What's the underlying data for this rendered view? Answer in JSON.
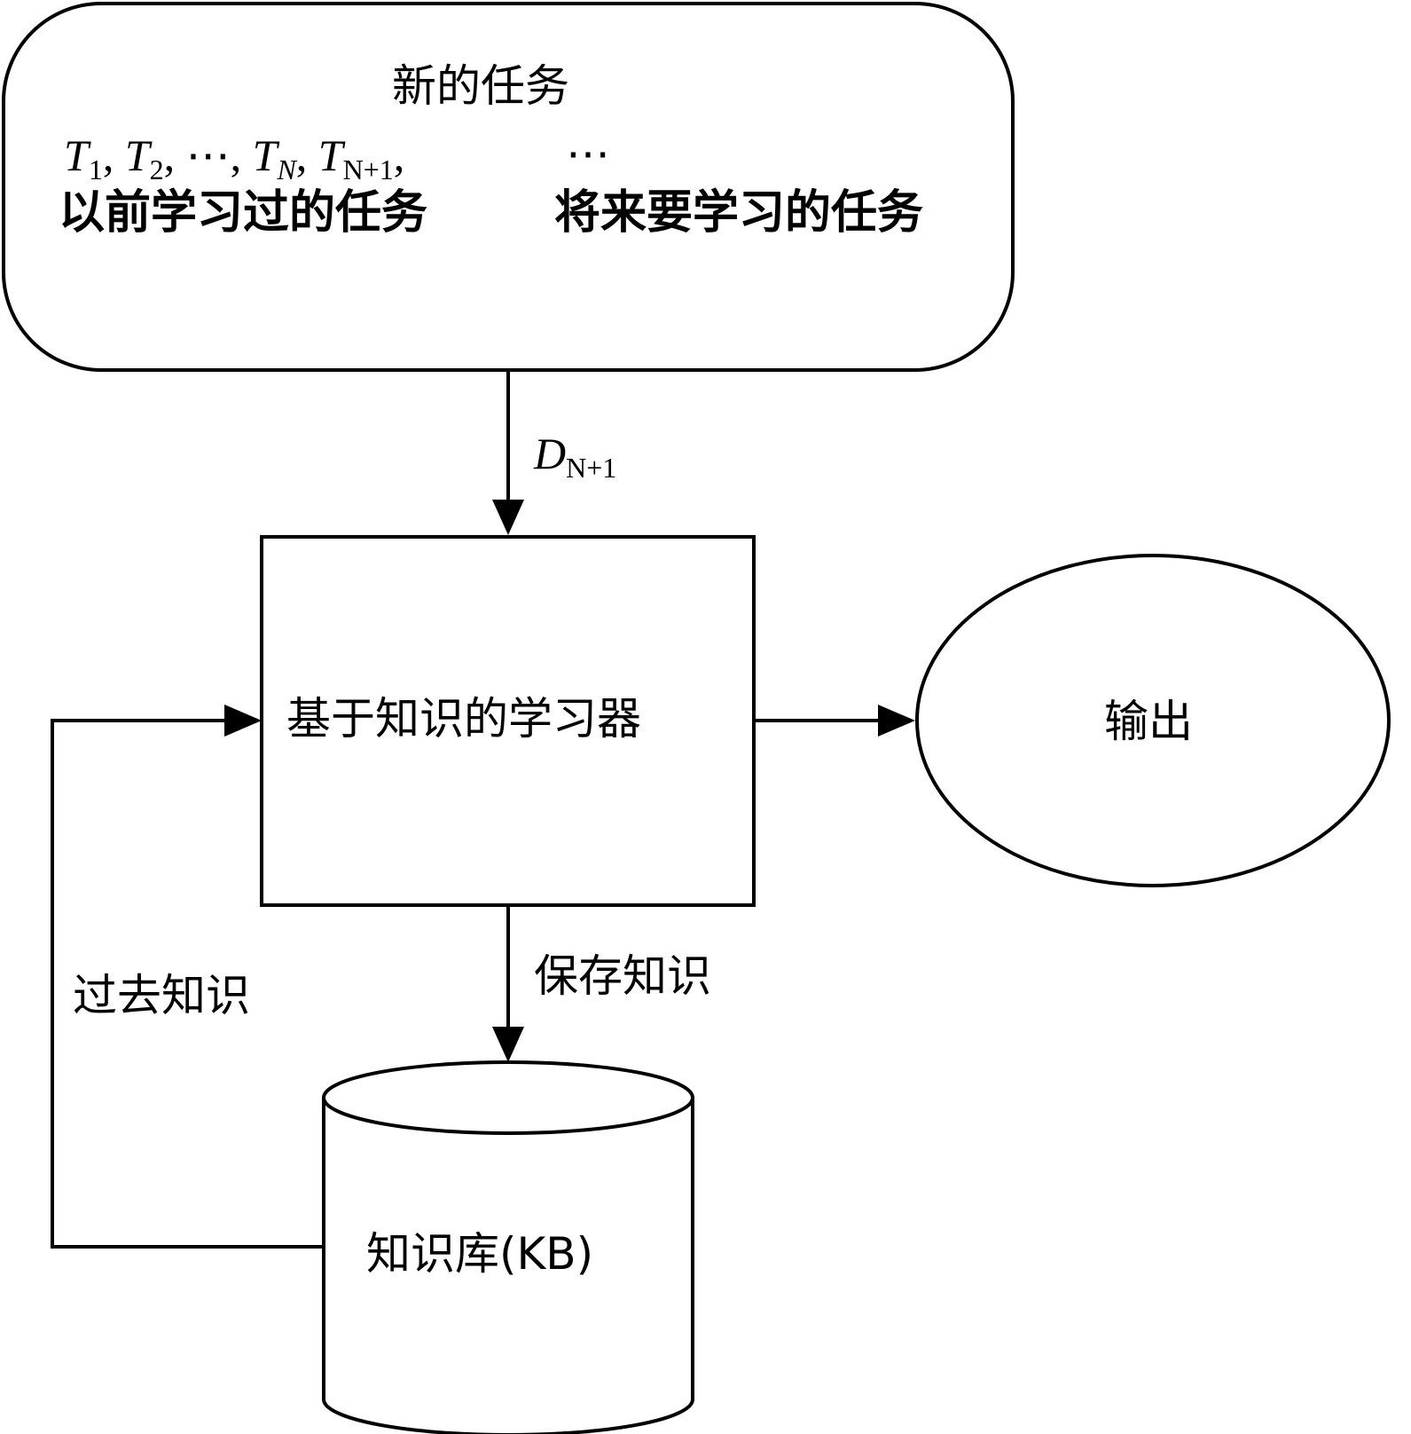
{
  "colors": {
    "stroke": "#000000",
    "background": "#ffffff"
  },
  "tasks_box": {
    "title": "新的任务",
    "sequence": {
      "t1_letter": "T",
      "t1_sub": "1",
      "t2_letter": "T",
      "t2_sub": "2",
      "ellipsis": "⋯",
      "tn_letter": "T",
      "tn_sub": "N",
      "tn1_letter": "T",
      "tn1_sub": "N+1",
      "future_ellipsis": "⋯"
    },
    "past_label": "以前学习过的任务",
    "future_label": "将来要学习的任务"
  },
  "data_edge": {
    "letter": "D",
    "sub": "N+1"
  },
  "learner": {
    "label": "基于知识的学习器"
  },
  "output": {
    "label": "输出"
  },
  "save_edge": {
    "label": "保存知识"
  },
  "past_edge": {
    "label": "过去知识"
  },
  "knowledge_base": {
    "label": "知识库(KB)"
  }
}
